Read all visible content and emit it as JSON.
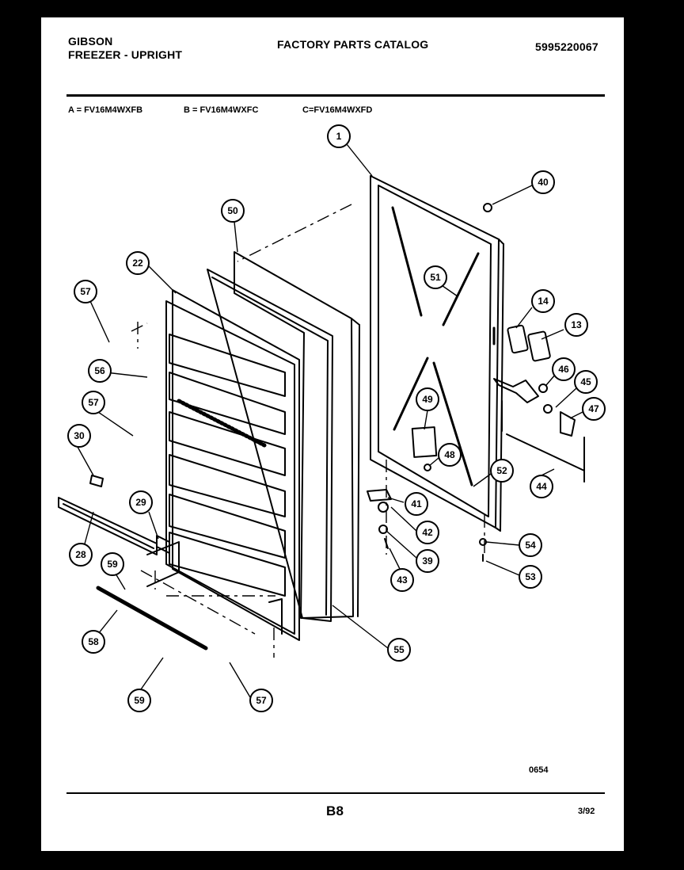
{
  "header": {
    "brand": "GIBSON",
    "product": "FREEZER - UPRIGHT",
    "catalog": "FACTORY PARTS CATALOG",
    "catalog_number": "5995220067"
  },
  "models": {
    "a": "A = FV16M4WXFB",
    "b": "B = FV16M4WXFC",
    "c": "C=FV16M4WXFD"
  },
  "footer": {
    "drawing_code": "0654",
    "page": "B8",
    "date": "3/92"
  },
  "callouts": [
    "1",
    "40",
    "50",
    "22",
    "51",
    "57",
    "14",
    "13",
    "46",
    "45",
    "56",
    "47",
    "57",
    "49",
    "30",
    "48",
    "52",
    "44",
    "29",
    "41",
    "42",
    "28",
    "54",
    "39",
    "59",
    "43",
    "53",
    "58",
    "55",
    "59",
    "57"
  ]
}
